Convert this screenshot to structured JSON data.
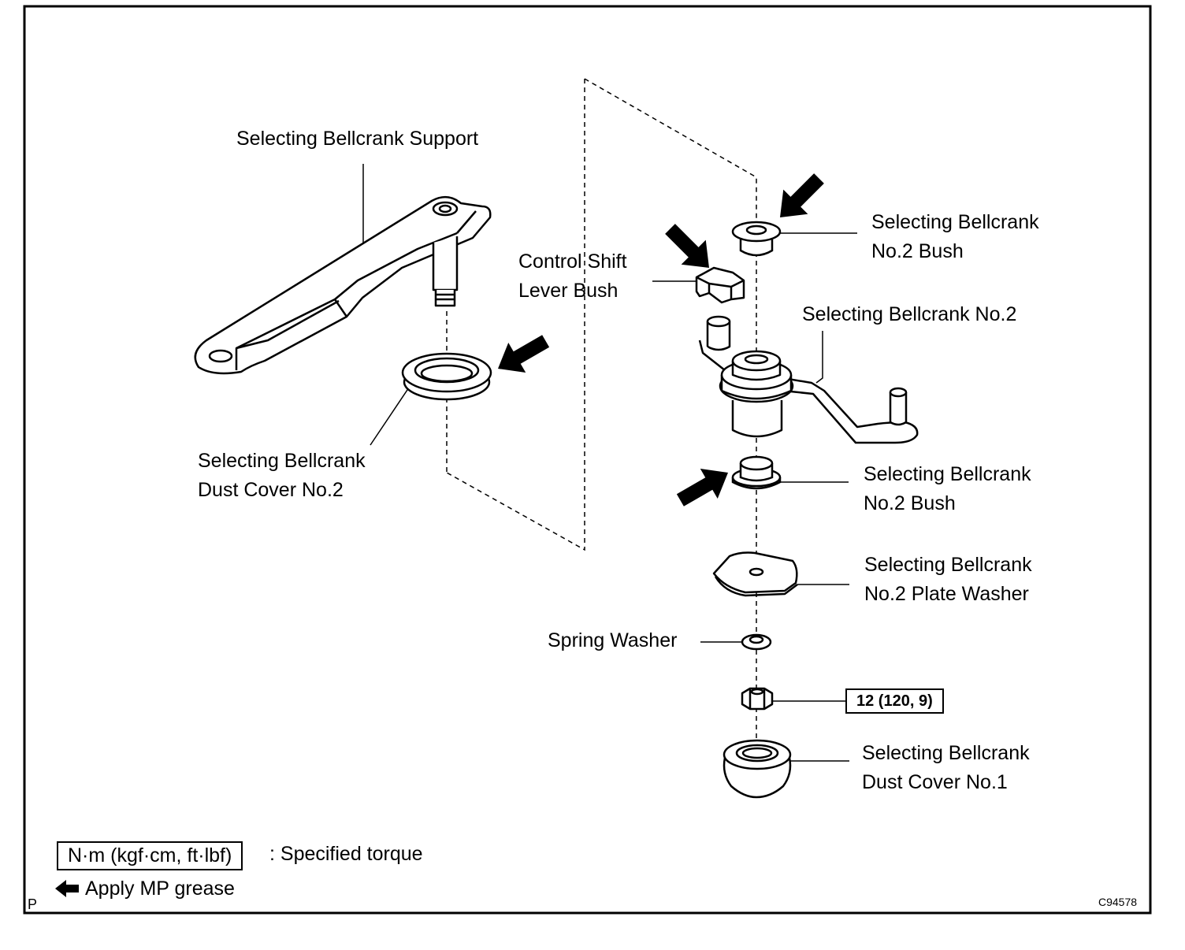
{
  "labels": {
    "support": "Selecting Bellcrank Support",
    "bush_top_l1": "Selecting Bellcrank",
    "bush_top_l2": "No.2 Bush",
    "shift_bush_l1": "Control Shift",
    "shift_bush_l2": "Lever Bush",
    "bellcrank": "Selecting Bellcrank No.2",
    "dust2_l1": "Selecting Bellcrank",
    "dust2_l2": "Dust Cover No.2",
    "bush_bot_l1": "Selecting Bellcrank",
    "bush_bot_l2": "No.2 Bush",
    "plate_l1": "Selecting Bellcrank",
    "plate_l2": "No.2 Plate Washer",
    "spring": "Spring Washer",
    "dust1_l1": "Selecting Bellcrank",
    "dust1_l2": "Dust Cover No.1"
  },
  "torque": "12 (120, 9)",
  "legend": {
    "torque_unit": "N·m (kgf·cm, ft·lbf)",
    "torque_text": ": Specified torque",
    "grease_text": "Apply MP grease"
  },
  "corner_left": "P",
  "figure_code": "C94578",
  "colors": {
    "line": "#000000",
    "paper": "#ffffff"
  }
}
